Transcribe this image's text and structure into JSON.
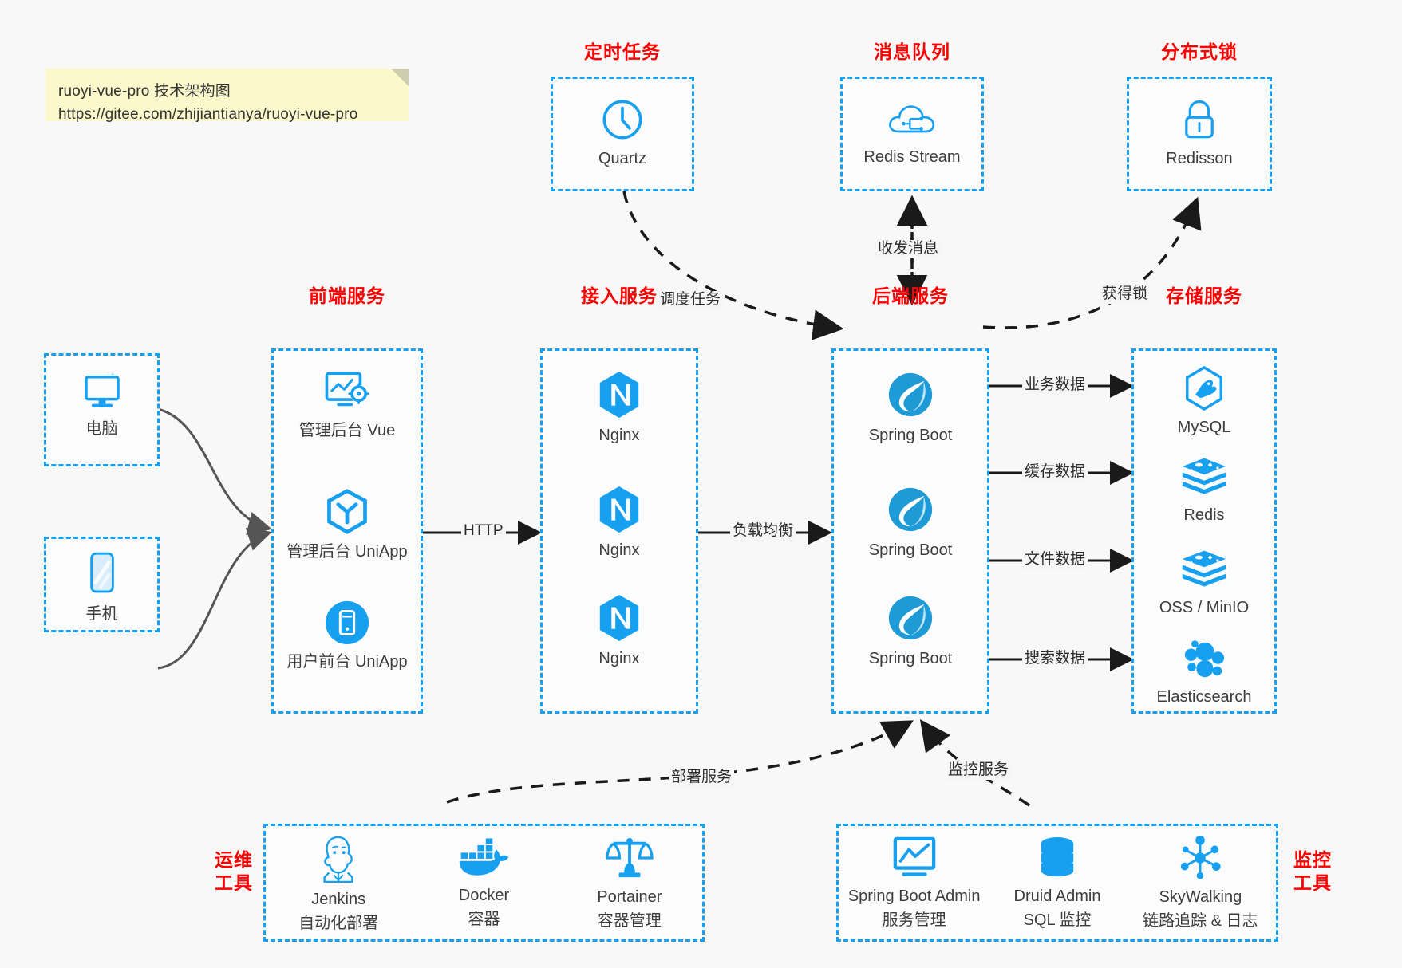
{
  "note": {
    "line1": "ruoyi-vue-pro 技术架构图",
    "line2": "https://gitee.com/zhijiantianya/ruoyi-vue-pro"
  },
  "colors": {
    "accent": "#18a0f0",
    "title_red": "#ff0000",
    "background": "#f8f8f8",
    "box_fill": "#fcfcfc",
    "text": "#3c3c3c",
    "arrow_solid": "#1a1a1a",
    "arrow_curve": "#555555",
    "note_bg": "#fbf8cc"
  },
  "groups": {
    "scheduled_task": {
      "title": "定时任务",
      "items": [
        {
          "label": "Quartz",
          "icon": "clock-icon"
        }
      ]
    },
    "message_queue": {
      "title": "消息队列",
      "items": [
        {
          "label": "Redis Stream",
          "icon": "cloud-stream-icon"
        }
      ]
    },
    "distributed_lock": {
      "title": "分布式锁",
      "items": [
        {
          "label": "Redisson",
          "icon": "lock-icon"
        }
      ]
    },
    "clients": {
      "items": [
        {
          "label": "电脑",
          "icon": "desktop-icon"
        },
        {
          "label": "手机",
          "icon": "mobile-icon"
        }
      ]
    },
    "frontend": {
      "title": "前端服务",
      "items": [
        {
          "label": "管理后台 Vue",
          "icon": "dashboard-gear-icon"
        },
        {
          "label": "管理后台 UniApp",
          "icon": "uniapp-cube-icon"
        },
        {
          "label": "用户前台 UniApp",
          "icon": "mobile-round-icon"
        }
      ]
    },
    "gateway": {
      "title": "接入服务",
      "items": [
        {
          "label": "Nginx",
          "icon": "nginx-icon"
        },
        {
          "label": "Nginx",
          "icon": "nginx-icon"
        },
        {
          "label": "Nginx",
          "icon": "nginx-icon"
        }
      ]
    },
    "backend": {
      "title": "后端服务",
      "items": [
        {
          "label": "Spring Boot",
          "icon": "spring-boot-icon"
        },
        {
          "label": "Spring Boot",
          "icon": "spring-boot-icon"
        },
        {
          "label": "Spring Boot",
          "icon": "spring-boot-icon"
        }
      ]
    },
    "storage": {
      "title": "存储服务",
      "items": [
        {
          "label": "MySQL",
          "icon": "mysql-icon"
        },
        {
          "label": "Redis",
          "icon": "redis-icon"
        },
        {
          "label": "OSS / MinIO",
          "icon": "oss-minio-icon"
        },
        {
          "label": "Elasticsearch",
          "icon": "elasticsearch-icon"
        }
      ]
    },
    "devops": {
      "title": "运维\n工具",
      "title_line1": "运维",
      "title_line2": "工具",
      "items": [
        {
          "label": "Jenkins",
          "sublabel": "自动化部署",
          "icon": "jenkins-icon"
        },
        {
          "label": "Docker",
          "sublabel": "容器",
          "icon": "docker-icon"
        },
        {
          "label": "Portainer",
          "sublabel": "容器管理",
          "icon": "portainer-scales-icon"
        }
      ]
    },
    "monitor": {
      "title_line1": "监控",
      "title_line2": "工具",
      "items": [
        {
          "label": "Spring Boot Admin",
          "sublabel": "服务管理",
          "icon": "monitor-chart-icon"
        },
        {
          "label": "Druid Admin",
          "sublabel": "SQL 监控",
          "icon": "database-icon"
        },
        {
          "label": "SkyWalking",
          "sublabel": "链路追踪 & 日志",
          "icon": "skywalking-icon"
        }
      ]
    }
  },
  "edges": {
    "http": "HTTP",
    "load_balance": "负载均衡",
    "schedule_task": "调度任务",
    "send_receive_msg": "收发消息",
    "acquire_lock": "获得锁",
    "business_data": "业务数据",
    "cache_data": "缓存数据",
    "file_data": "文件数据",
    "search_data": "搜索数据",
    "deploy_service": "部署服务",
    "monitor_service": "监控服务"
  }
}
